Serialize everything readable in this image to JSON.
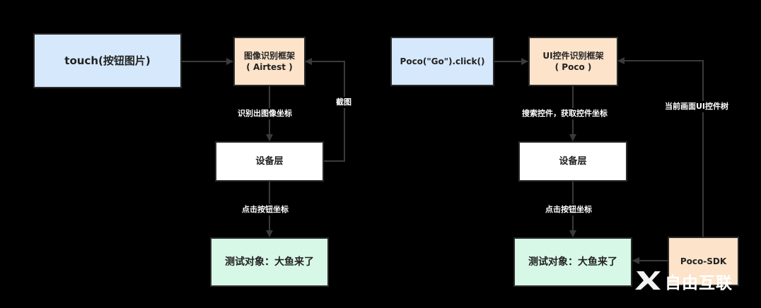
{
  "left": {
    "touch": "touch(按钮图片)",
    "framework": "图像识别框架\n( Airtest )",
    "device": "设备层",
    "target": "测试对象：大鱼来了",
    "label_recognize": "识别出图像坐标",
    "label_screenshot": "截图",
    "label_click": "点击按钮坐标"
  },
  "right": {
    "poco_click": "Poco(\"Go\").click()",
    "framework": "UI控件识别框架\n( Poco )",
    "device": "设备层",
    "target": "测试对象：大鱼来了",
    "sdk": "Poco-SDK",
    "label_search": "搜索控件，获取控件坐标",
    "label_tree": "当前画面UI控件树",
    "label_click": "点击按钮坐标"
  },
  "watermark": {
    "text": "自由互联"
  },
  "colors": {
    "blue": "#d6e8fb",
    "peach": "#fce3ca",
    "white": "#ffffff",
    "green": "#d7f8e6",
    "line": "#3a3a3a",
    "background": "#000000"
  }
}
